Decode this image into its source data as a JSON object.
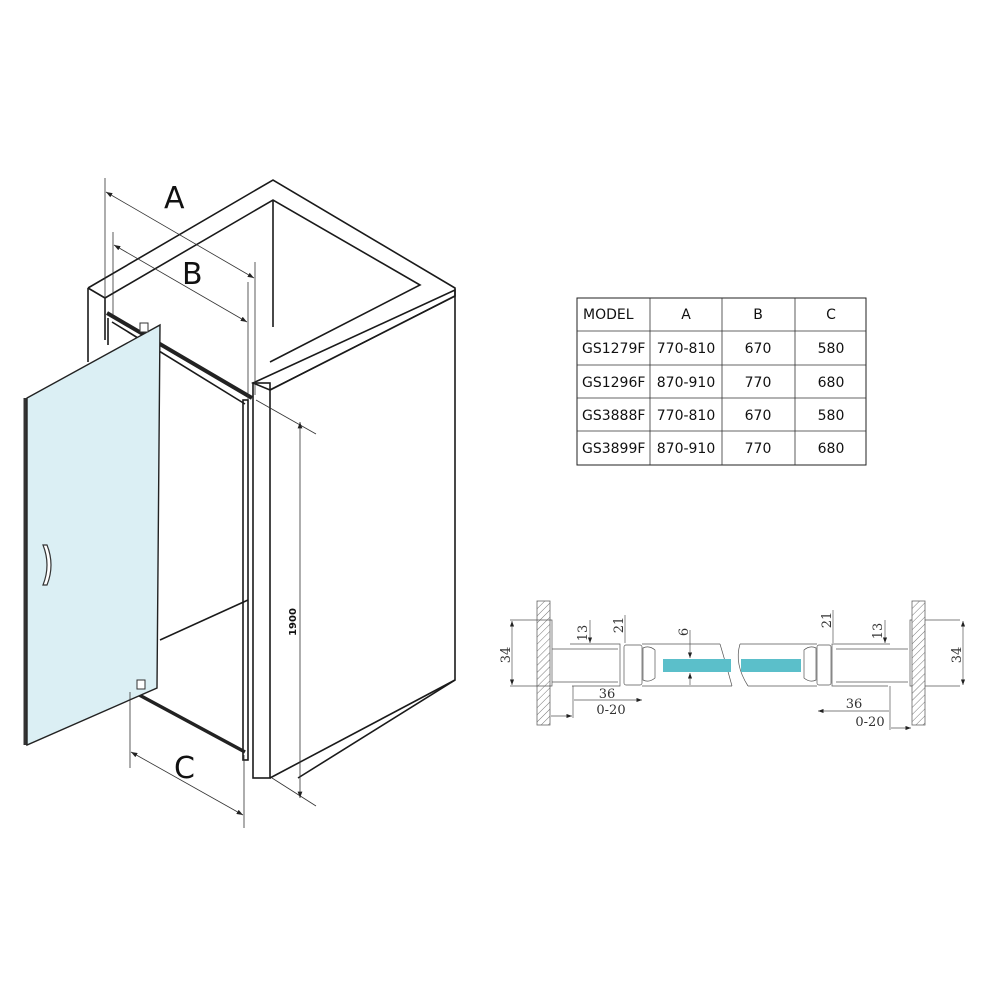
{
  "dimensions": {
    "a": "A",
    "b": "B",
    "c": "C",
    "height": "1900"
  },
  "table": {
    "headers": [
      "MODEL",
      "A",
      "B",
      "C"
    ],
    "rows": [
      [
        "GS1279F",
        "770-810",
        "670",
        "580"
      ],
      [
        "GS1296F",
        "870-910",
        "770",
        "680"
      ],
      [
        "GS3888F",
        "770-810",
        "670",
        "580"
      ],
      [
        "GS3899F",
        "870-910",
        "770",
        "680"
      ]
    ]
  },
  "section": {
    "left": {
      "height": "34",
      "flange": "13",
      "profile": "21",
      "width": "36",
      "adjust": "0-20"
    },
    "glass": "6",
    "right": {
      "height": "34",
      "flange": "13",
      "profile": "21",
      "width": "36",
      "adjust": "0-20"
    }
  },
  "colors": {
    "glass_panel": "#dbeff4",
    "glass_section": "#5bbfca"
  }
}
